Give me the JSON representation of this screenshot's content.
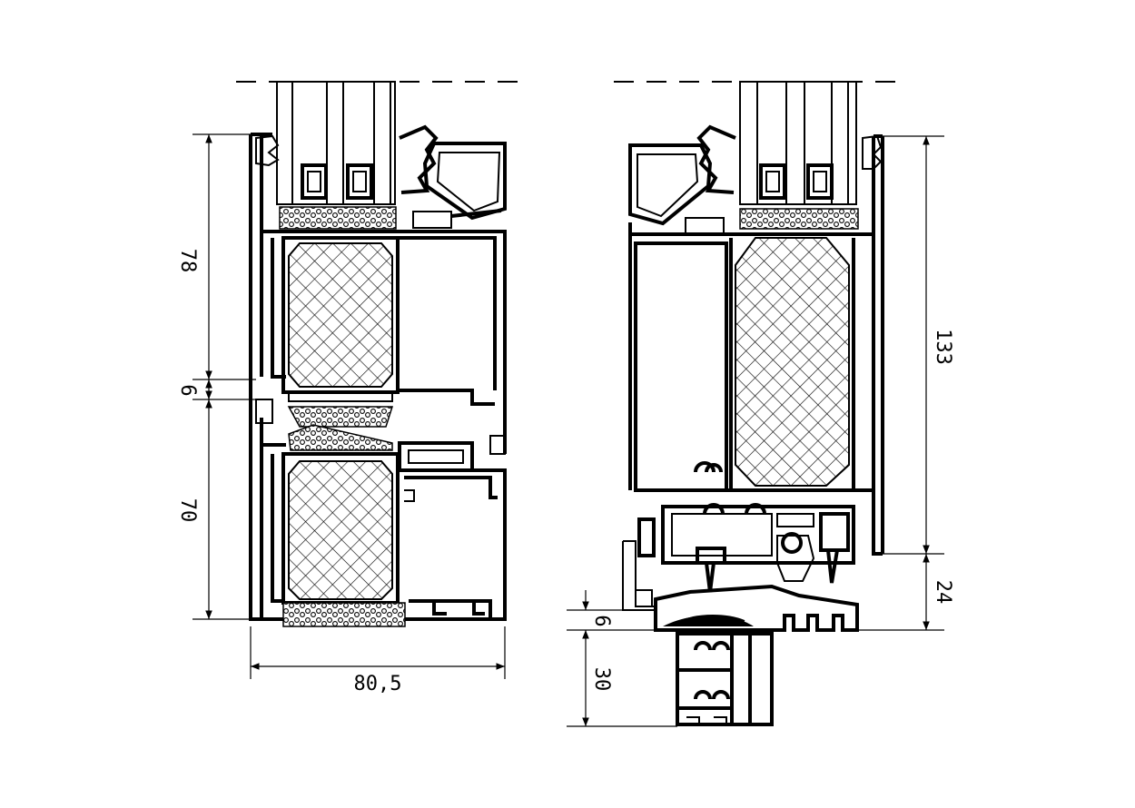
{
  "dimensions": {
    "left_upper_height": "78",
    "left_gap": "6",
    "left_lower_height": "70",
    "left_width": "80,5",
    "right_height": "133",
    "right_lower": "24",
    "right_gap": "6",
    "right_base": "30"
  },
  "colors": {
    "line": "#000000",
    "background": "#ffffff"
  }
}
